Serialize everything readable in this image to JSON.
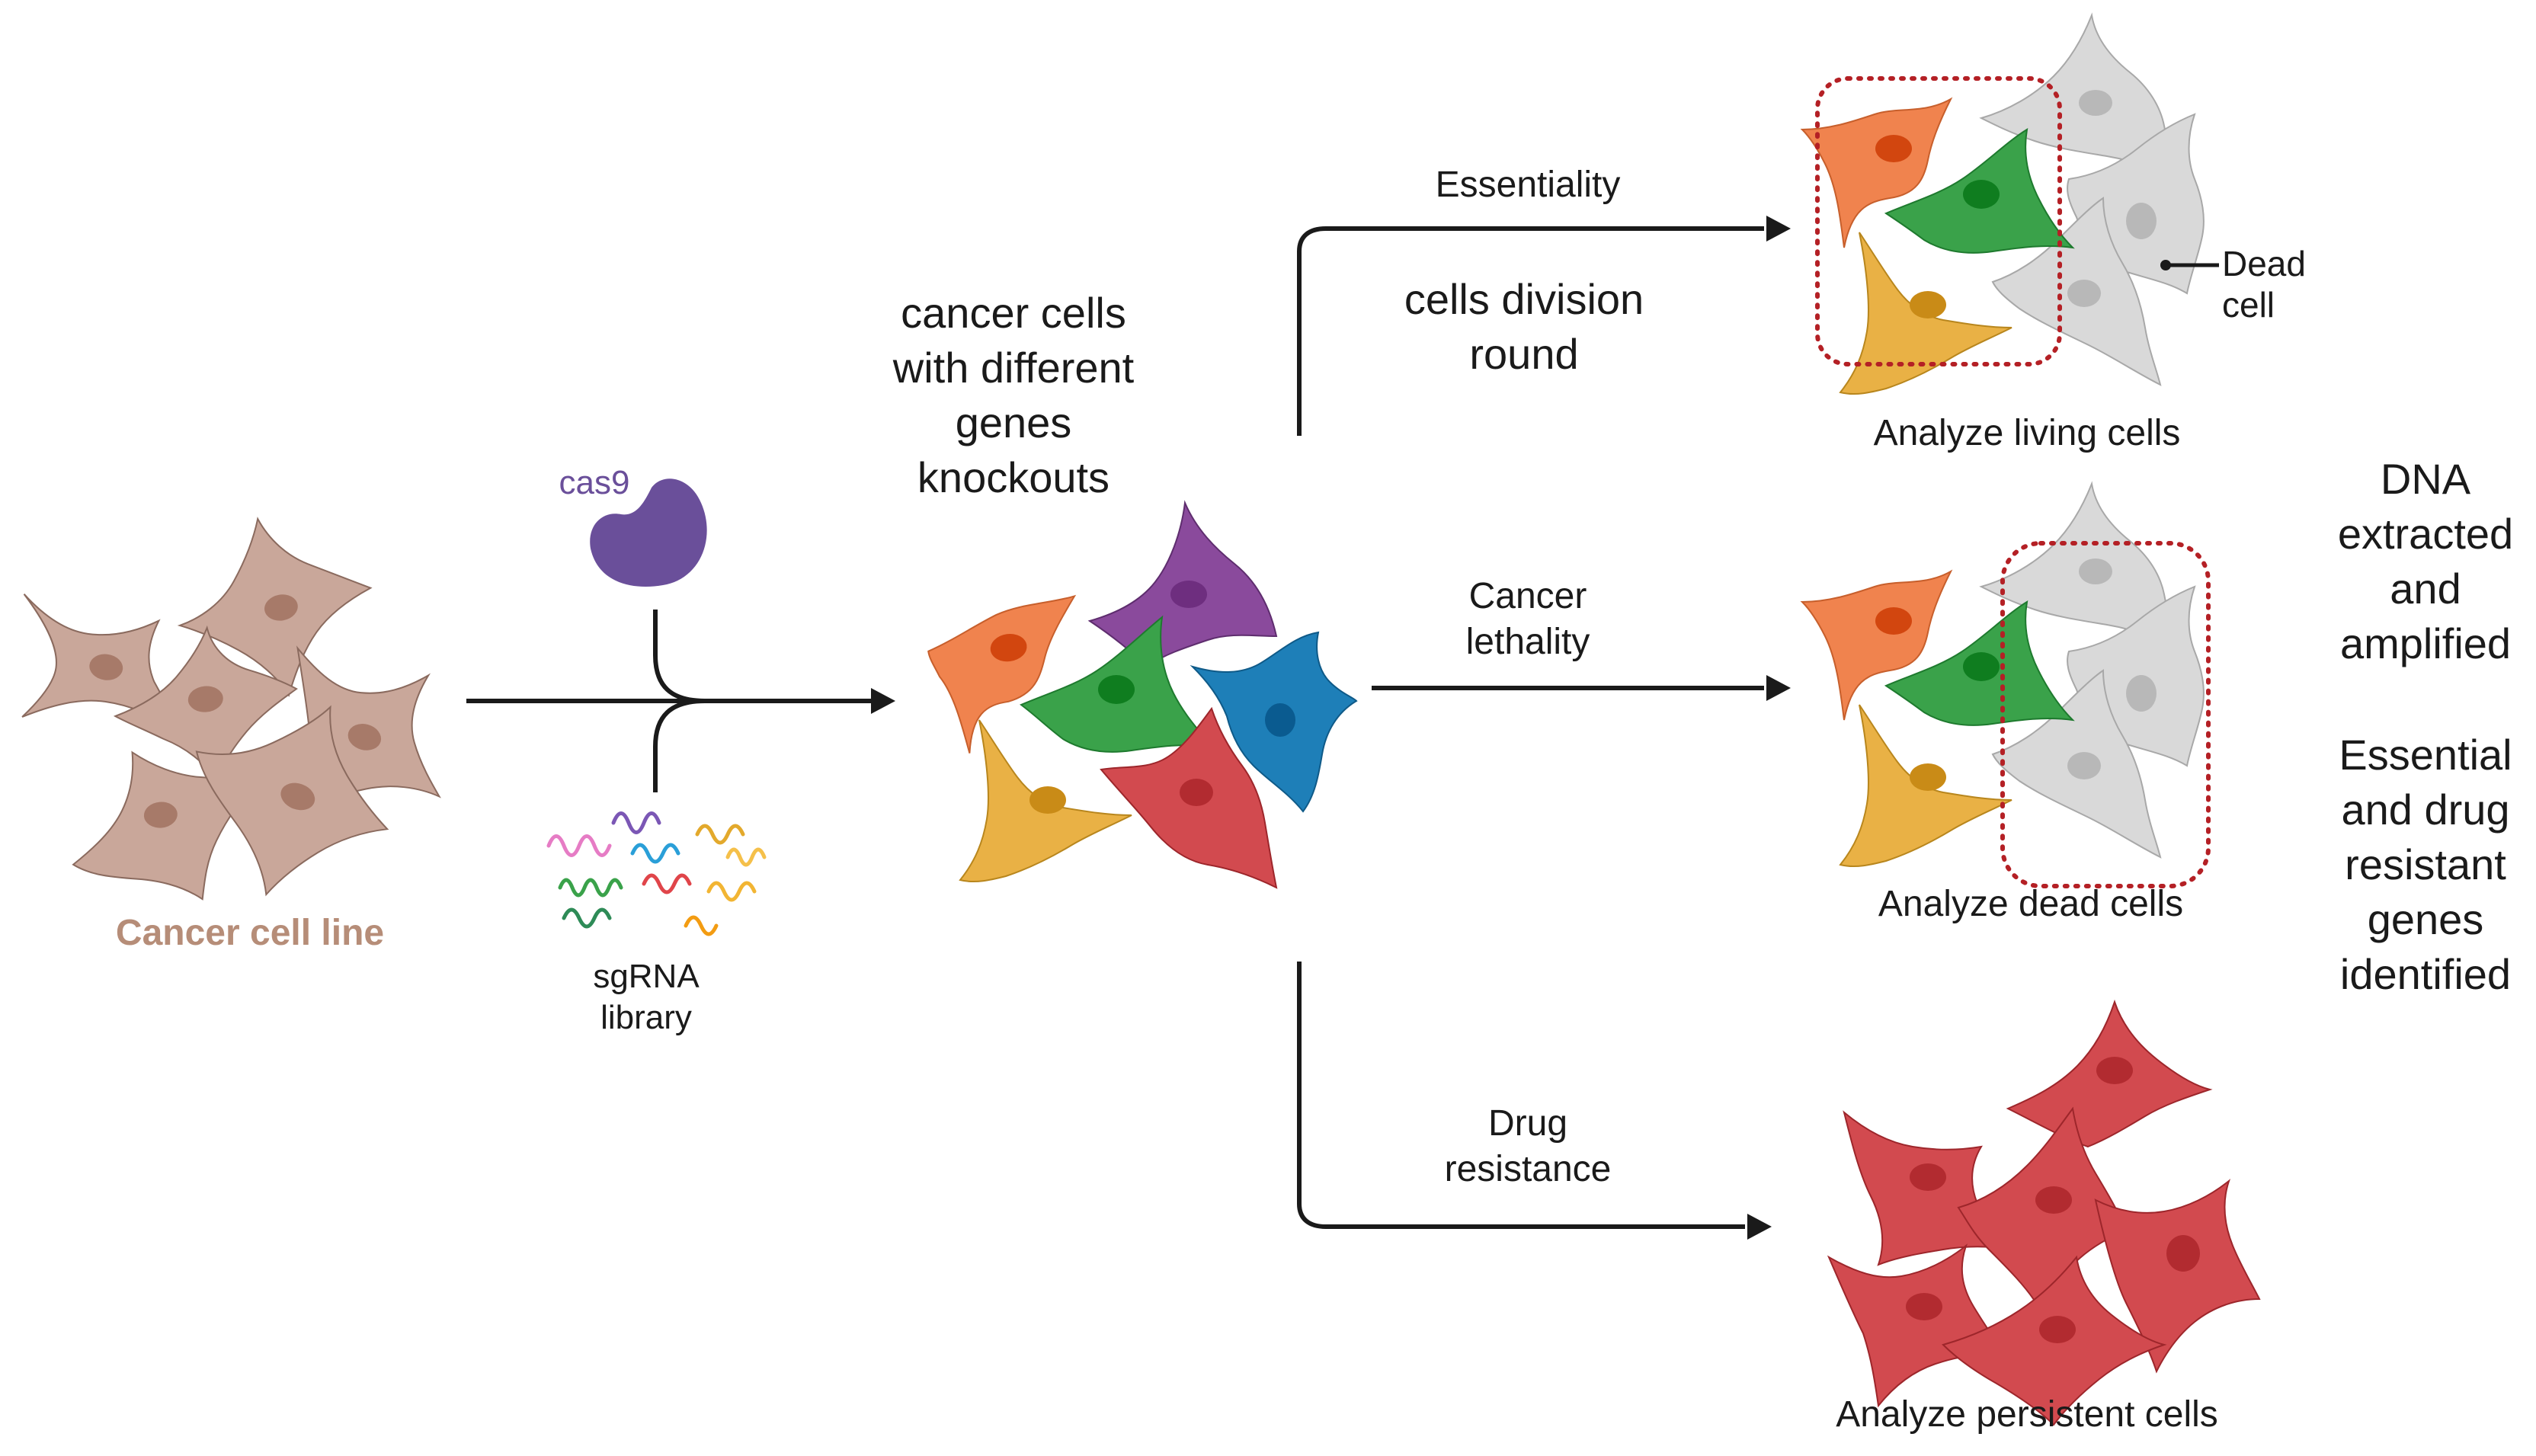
{
  "labels": {
    "cancer_cell_line": "Cancer cell line",
    "cas9": "cas9",
    "sgrna_line1": "sgRNA",
    "sgrna_line2": "library",
    "knockouts": [
      "cancer cells",
      "with different",
      "genes",
      "knockouts"
    ],
    "essentiality": "Essentiality",
    "division": [
      "cells division",
      "round"
    ],
    "lethality": [
      "Cancer",
      "lethality"
    ],
    "drug_resistance": [
      "Drug",
      "resistance"
    ],
    "analyze_living": "Analyze living cells",
    "analyze_dead": "Analyze dead cells",
    "analyze_persistent": "Analyze persistent cells",
    "dead_cell": [
      "Dead",
      "cell"
    ],
    "dna": [
      "DNA",
      "extracted",
      "and",
      "amplified"
    ],
    "genes": [
      "Essential",
      "and drug",
      "resistant",
      "genes",
      "identified"
    ]
  },
  "colors": {
    "brown": "#c9a79a",
    "orange": "#f0834e",
    "green": "#3aa24a",
    "yellow": "#e9b145",
    "purple": "#8a4a9c",
    "blue": "#1e7fb8",
    "red": "#d24a4f",
    "grey": "#d9d9d9",
    "cas9": "#6a4f9a",
    "dashed": "#b42025",
    "cancer_label": "#b68d78"
  }
}
